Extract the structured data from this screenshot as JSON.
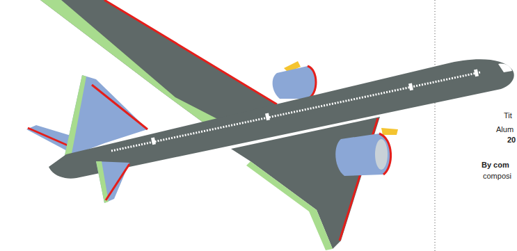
{
  "diagram": {
    "labels": [
      "Tit",
      "Alum",
      "20",
      "By com",
      "composi"
    ]
  }
}
